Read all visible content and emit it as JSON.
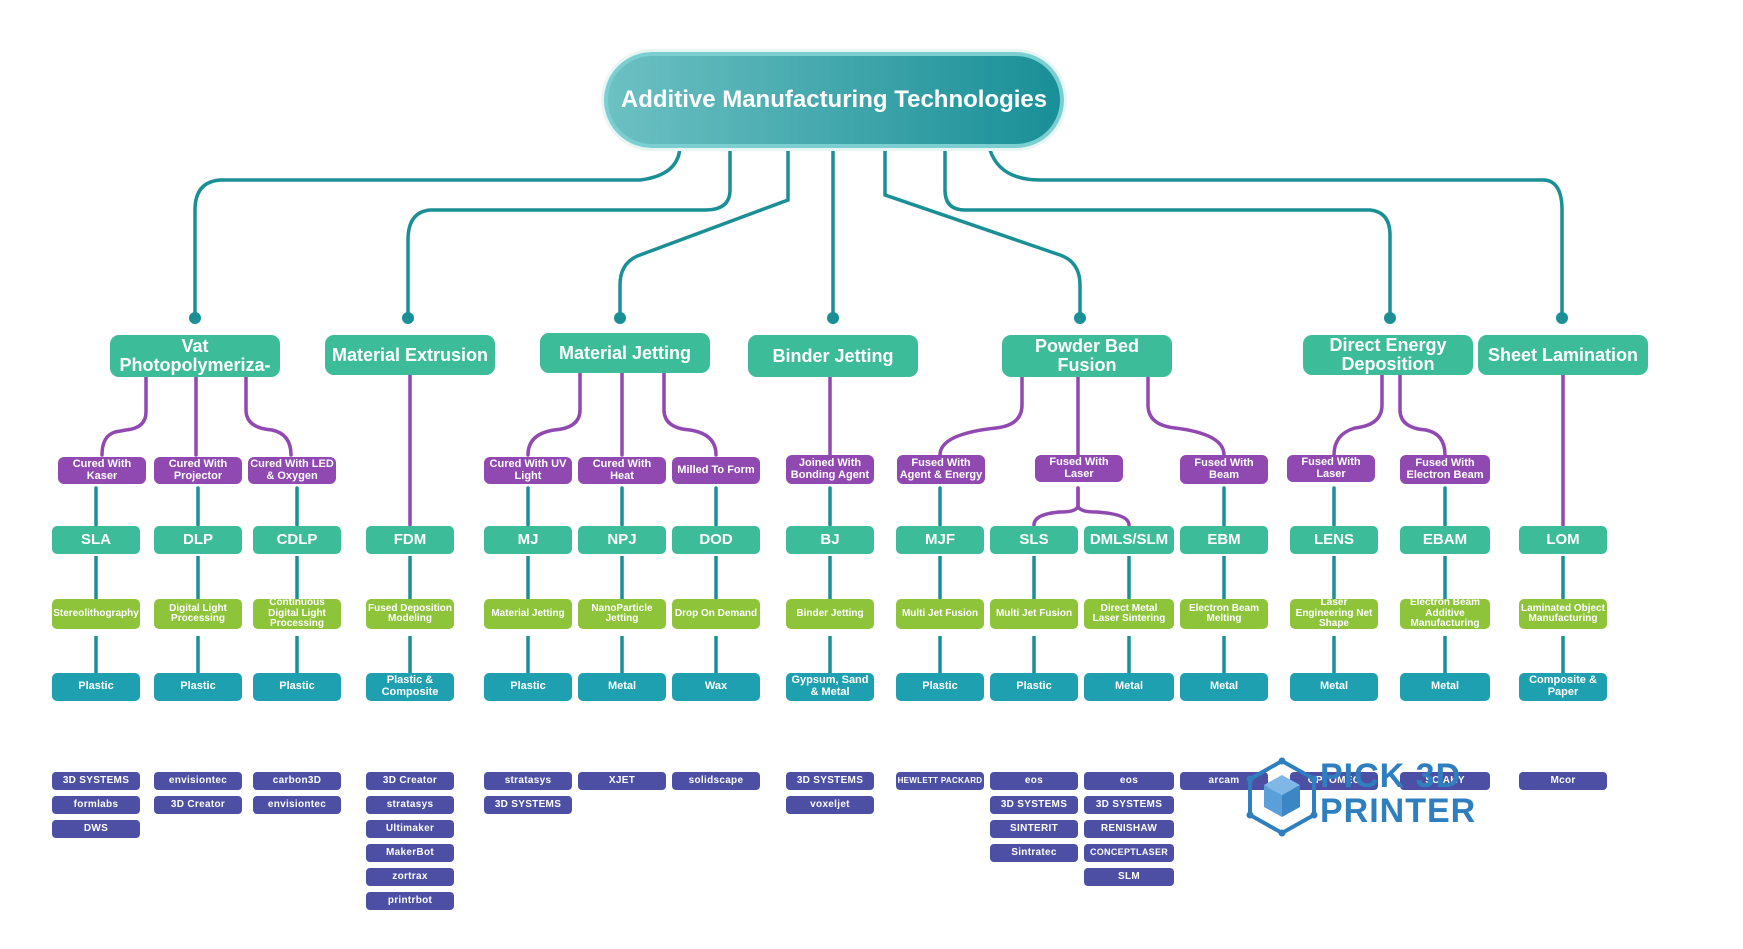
{
  "title": "Additive Manufacturing Technologies",
  "colors": {
    "line_teal": "#1a8f96",
    "line_purple": "#9149b2",
    "category": "#3dbc9a",
    "method": "#9149b2",
    "process_name": "#8ec43a",
    "material": "#1fa0b0",
    "brand": "#4c4fa3",
    "logo": "#2f7fbf"
  },
  "branches": [
    {
      "category": "Vat Photopolymeriza-",
      "methods": [
        {
          "label": "Cured With Kaser",
          "abbr": "SLA",
          "full": "Stereolithography",
          "material": "Plastic",
          "brands": [
            "3D SYSTEMS",
            "formlabs",
            "DWS"
          ]
        },
        {
          "label": "Cured With Projector",
          "abbr": "DLP",
          "full": "Digital Light Processing",
          "material": "Plastic",
          "brands": [
            "envisiontec",
            "3D Creator"
          ]
        },
        {
          "label": "Cured With LED & Oxygen",
          "abbr": "CDLP",
          "full": "Continuous Digital Light Processing",
          "material": "Plastic",
          "brands": [
            "carbon3D",
            "envisiontec"
          ]
        }
      ]
    },
    {
      "category": "Material Extrusion",
      "methods": [
        {
          "label": "",
          "abbr": "FDM",
          "full": "Fused Deposition Modeling",
          "material": "Plastic & Composite",
          "brands": [
            "3D Creator",
            "stratasys",
            "Ultimaker",
            "MakerBot",
            "zortrax",
            "printrbot"
          ]
        }
      ]
    },
    {
      "category": "Material Jetting",
      "methods": [
        {
          "label": "Cured With UV Light",
          "abbr": "MJ",
          "full": "Material Jetting",
          "material": "Plastic",
          "brands": [
            "stratasys",
            "3D SYSTEMS"
          ]
        },
        {
          "label": "Cured With Heat",
          "abbr": "NPJ",
          "full": "NanoParticle Jetting",
          "material": "Metal",
          "brands": [
            "XJET"
          ]
        },
        {
          "label": "Milled To Form",
          "abbr": "DOD",
          "full": "Drop On Demand",
          "material": "Wax",
          "brands": [
            "solidscape"
          ]
        }
      ]
    },
    {
      "category": "Binder Jetting",
      "methods": [
        {
          "label": "Joined With Bonding Agent",
          "abbr": "BJ",
          "full": "Binder Jetting",
          "material": "Gypsum, Sand & Metal",
          "brands": [
            "3D SYSTEMS",
            "voxeljet"
          ]
        }
      ]
    },
    {
      "category": "Powder Bed Fusion",
      "methods": [
        {
          "label": "Fused With Agent & Energy",
          "abbr": "MJF",
          "full": "Multi Jet Fusion",
          "material": "Plastic",
          "brands": [
            "HEWLETT PACKARD"
          ]
        },
        {
          "label": "Fused With Laser",
          "abbr": "SLS",
          "full": "Multi Jet Fusion",
          "material": "Plastic",
          "brands": [
            "eos",
            "3D SYSTEMS",
            "SINTERIT",
            "Sintratec"
          ]
        },
        {
          "label": "",
          "abbr": "DMLS/SLM",
          "full": "Direct Metal Laser Sintering",
          "material": "Metal",
          "brands": [
            "eos",
            "3D SYSTEMS",
            "RENISHAW",
            "CONCEPTLASER",
            "SLM"
          ]
        },
        {
          "label": "Fused With Beam",
          "abbr": "EBM",
          "full": "Electron Beam Melting",
          "material": "Metal",
          "brands": [
            "arcam"
          ]
        }
      ]
    },
    {
      "category": "Direct Energy Deposition",
      "methods": [
        {
          "label": "Fused With Laser",
          "abbr": "LENS",
          "full": "Laser Engineering Net Shape",
          "material": "Metal",
          "brands": [
            "OPTOMEC"
          ]
        },
        {
          "label": "Fused With Electron Beam",
          "abbr": "EBAM",
          "full": "Electron Beam Additive Manufacturing",
          "material": "Metal",
          "brands": [
            "SCIAKY"
          ]
        }
      ]
    },
    {
      "category": "Sheet Lamination",
      "methods": [
        {
          "label": "",
          "abbr": "LOM",
          "full": "Laminated Object Manufacturing",
          "material": "Composite & Paper",
          "brands": [
            "Mcor"
          ]
        }
      ]
    }
  ],
  "logo": {
    "line1": "PICK 3D",
    "line2": "PRINTER",
    "icon": "cube-icon"
  }
}
